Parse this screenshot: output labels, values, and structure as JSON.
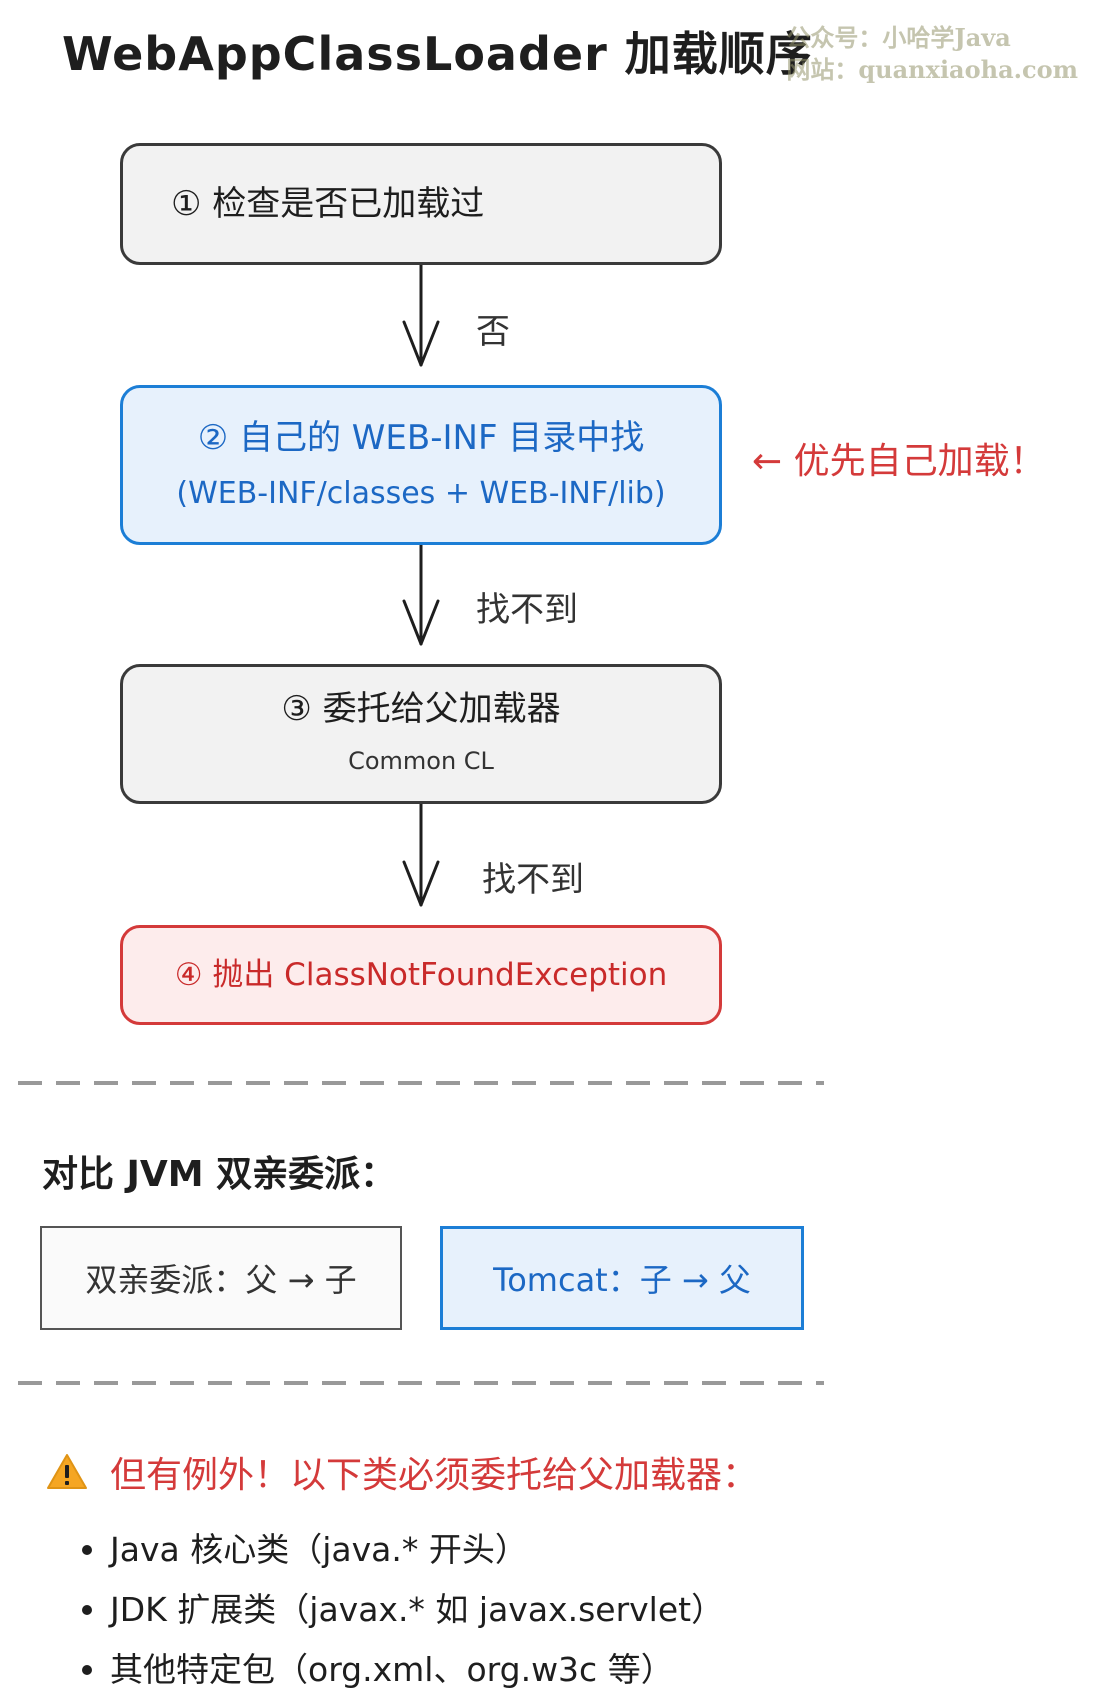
{
  "title": "WebAppClassLoader 加载顺序",
  "watermark": {
    "line1": "公众号：小哈学Java",
    "line2": "网站：quanxiaoha.com"
  },
  "steps": [
    {
      "main": "① 检查是否已加载过"
    },
    {
      "main": "② 自己的 WEB-INF 目录中找",
      "sub": "(WEB-INF/classes + WEB-INF/lib)"
    },
    {
      "main": "③ 委托给父加载器",
      "sub": "Common CL"
    },
    {
      "main": "④ 抛出 ClassNotFoundException"
    }
  ],
  "edges": [
    "否",
    "找不到",
    "找不到"
  ],
  "side_note": "← 优先自己加载！",
  "compare": {
    "title": "对比 JVM 双亲委派：",
    "left": "双亲委派：父 → 子",
    "right": "Tomcat：子 → 父"
  },
  "exception": {
    "heading": "但有例外！以下类必须委托给父加载器：",
    "items": [
      "Java 核心类（java.* 开头）",
      "JDK 扩展类（javax.* 如 javax.servlet）",
      "其他特定包（org.xml、org.w3c 等）"
    ]
  },
  "colors": {
    "blue": "#1c7ed6",
    "red": "#d43a3a",
    "gray": "#3a3a3a"
  }
}
